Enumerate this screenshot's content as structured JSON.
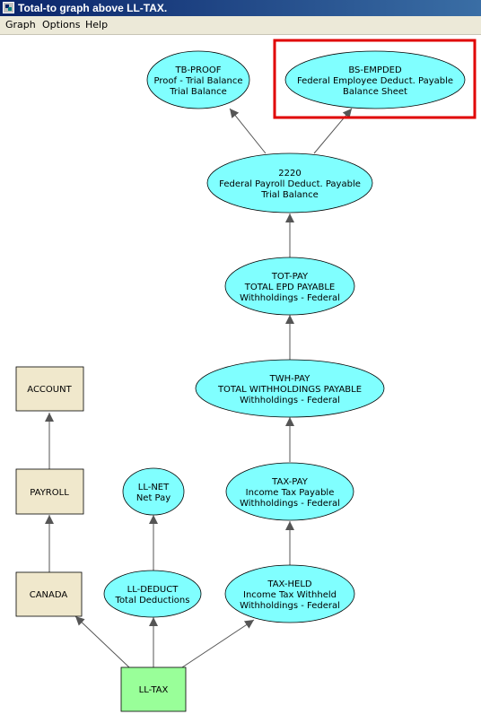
{
  "window": {
    "title": "Total-to graph above LL-TAX."
  },
  "menu": {
    "items": [
      "Graph",
      "Options",
      "Help"
    ]
  },
  "colors": {
    "ellipse_fill": "#80ffff",
    "rect_fill": "#f0e8cc",
    "root_fill": "#99ff99",
    "highlight": "#e00000",
    "edge": "#555555"
  },
  "nodes": {
    "tb_proof": {
      "lines": [
        "TB-PROOF",
        "Proof - Trial Balance",
        "Trial Balance"
      ]
    },
    "bs_empded": {
      "lines": [
        "BS-EMPDED",
        "Federal Employee Deduct. Payable",
        "Balance Sheet"
      ]
    },
    "acct_2220": {
      "lines": [
        "2220",
        "Federal Payroll Deduct. Payable",
        "Trial Balance"
      ]
    },
    "tot_pay": {
      "lines": [
        "TOT-PAY",
        "TOTAL EPD PAYABLE",
        "Withholdings - Federal"
      ]
    },
    "twh_pay": {
      "lines": [
        "TWH-PAY",
        "TOTAL WITHHOLDINGS PAYABLE",
        "Withholdings - Federal"
      ]
    },
    "tax_pay": {
      "lines": [
        "TAX-PAY",
        "Income Tax Payable",
        "Withholdings - Federal"
      ]
    },
    "tax_held": {
      "lines": [
        "TAX-HELD",
        "Income Tax Withheld",
        "Withholdings - Federal"
      ]
    },
    "ll_net": {
      "lines": [
        "LL-NET",
        "Net Pay"
      ]
    },
    "ll_deduct": {
      "lines": [
        "LL-DEDUCT",
        "Total Deductions"
      ]
    },
    "account": {
      "lines": [
        "ACCOUNT"
      ]
    },
    "payroll": {
      "lines": [
        "PAYROLL"
      ]
    },
    "canada": {
      "lines": [
        "CANADA"
      ]
    },
    "ll_tax": {
      "lines": [
        "LL-TAX"
      ]
    }
  }
}
